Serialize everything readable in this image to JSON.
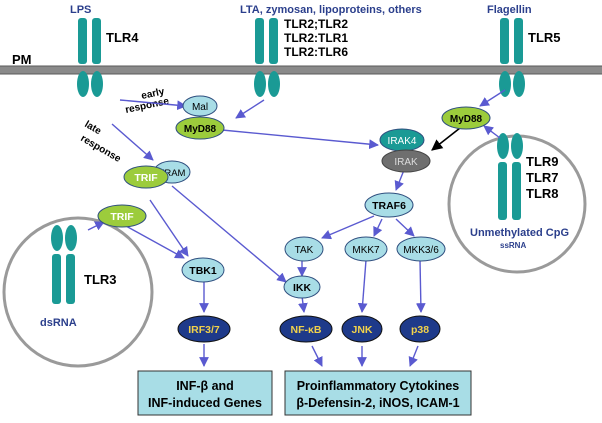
{
  "membrane": {
    "label": "PM"
  },
  "ligands": {
    "lps": "LPS",
    "lta": "LTA, zymosan, lipoproteins, others",
    "flagellin": "Flagellin"
  },
  "receptors": {
    "tlr4": "TLR4",
    "tlr2_lines": [
      "TLR2;TLR2",
      "TLR2:TLR1",
      "TLR2:TLR6"
    ],
    "tlr5": "TLR5",
    "tlr3": "TLR3",
    "tlr9": "TLR9",
    "tlr7": "TLR7",
    "tlr8": "TLR8"
  },
  "endosomes": {
    "left_label": "dsRNA",
    "right_label": "Unmethylated CpG",
    "right_sublabel": "ssRNA"
  },
  "annotations": {
    "early_1": "early",
    "early_2": "response",
    "late_1": "late",
    "late_2": "response"
  },
  "nodes": {
    "mal": "Mal",
    "myd88_left": "MyD88",
    "myd88_right": "MyD88",
    "tram": "TRAM",
    "trif_upper": "TRIF",
    "trif_lower": "TRIF",
    "irak4": "IRAK4",
    "irak": "IRAK",
    "traf6": "TRAF6",
    "tak": "TAK",
    "mkk7": "MKK7",
    "mkk36": "MKK3/6",
    "tbk1": "TBK1",
    "ikk": "IKK",
    "irf37": "IRF3/7",
    "nfkb": "NF-κB",
    "jnk": "JNK",
    "p38": "p38"
  },
  "outputs": {
    "left_line1": "INF-β and",
    "left_line2": "INF-induced Genes",
    "right_line1": "Proinflammatory Cytokines",
    "right_line2": "β-Defensin-2, iNOS, ICAM-1"
  },
  "colors": {
    "receptor": "#1a9a95",
    "membrane": "#7a7a7a",
    "ligand_text": "#2b3f8c",
    "light_blue_node": "#a8dde6",
    "green_node": "#9ccc3c",
    "dark_blue_node": "#1e3a8a",
    "dark_blue_text": "#f2d24a",
    "grey_node": "#6f6f6f",
    "arrow": "#5a5ad0",
    "output_box": "#a8dde6"
  }
}
